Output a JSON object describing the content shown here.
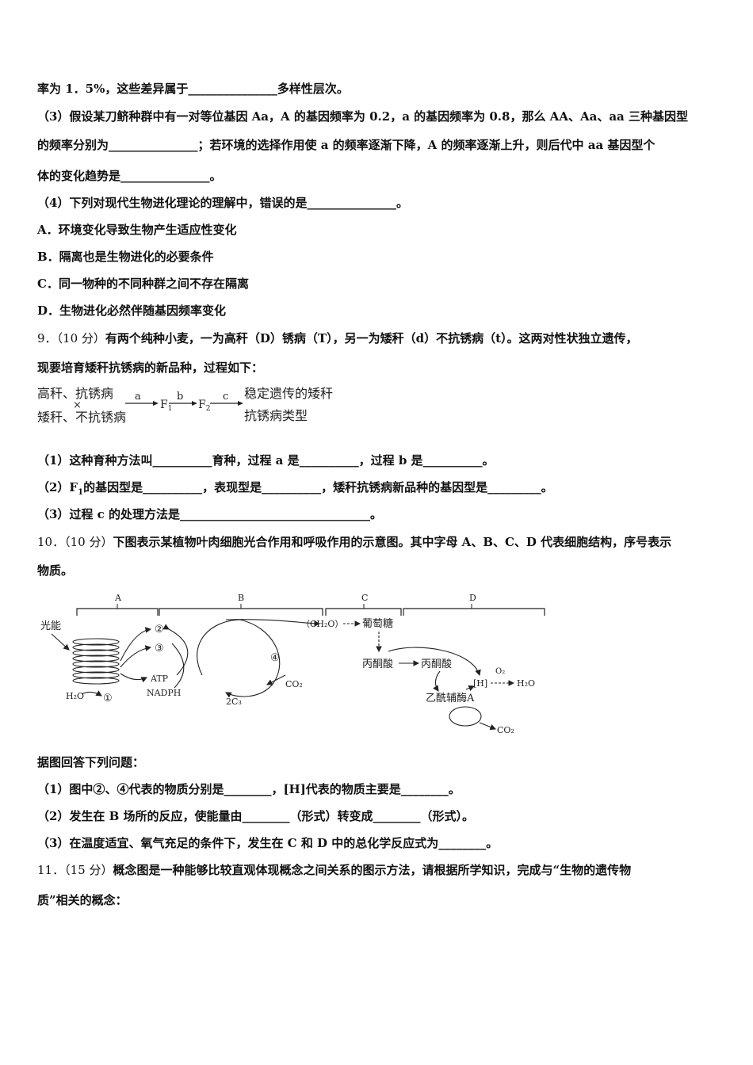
{
  "lines": {
    "l1": "率为 1．5%，这些差异属于_______________多样性层次。",
    "l2": "（3）假设某刀鲚种群中有一对等位基因 Aa，A 的基因频率为 0.2，a 的基因频率为 0.8，那么 AA、Aa、aa 三种基因型",
    "l3": "的频率分别为_______________；若环境的选择作用使 a 的频率逐渐下降，A 的频率逐渐上升，则后代中 aa 基因型个",
    "l4": "体的变化趋势是_______________。",
    "l5": "（4）下列对现代生物进化理论的理解中，错误的是_______________。",
    "l6": "A．环境变化导致生物产生适应性变化",
    "l7": "B．隔离也是生物进化的必要条件",
    "l8": "C．同一物种的不同种群之间不存在隔离",
    "l9": "D．生物进化必然伴随基因频率变化",
    "q9_num": "9．（10 分）",
    "q9_text": "有两个纯种小麦，一为高秆（D）锈病（T），另一为矮秆（d）不抗锈病（t）。这两对性状独立遗传，",
    "l11": "现要培育矮秆抗锈病的新品种，过程如下：",
    "l12": "（1）这种育种方法叫__________育种，过程 a 是__________，过程 b 是__________。",
    "l13a": "（2）F",
    "l13sub": "1",
    "l13b": "的基因型是__________，表现型是__________，矮秆抗锈病新品种的基因型是_________。",
    "l14": "（3）过程 c 的处理方法是________________________________。",
    "q10_num": "10．（10 分）",
    "q10_text": "下图表示某植物叶肉细胞光合作用和呼吸作用的示意图。其中字母 A、B、C、D 代表细胞结构，序号表示",
    "l16": "物质。",
    "l17": "据图回答下列问题：",
    "l18": "（1）图中②、④代表的物质分别是________，[H]代表的物质主要是________。",
    "l19": "（2）发生在 B 场所的反应，使能量由________（形式）转变成________（形式）。",
    "l20": "（3）在温度适宜、氧气充足的条件下，发生在 C 和 D 中的总化学反应式为________。",
    "q11_num": "11．（15 分）",
    "q11_text": "概念图是一种能够比较直观体现概念之间关系的图示方法，请根据所学知识，完成与“生物的遗传物",
    "l22": "质”相关的概念："
  },
  "breeding": {
    "p1": "高秆、抗锈病",
    "cross": "×",
    "p2": "矮秆、不抗锈病",
    "a": "a",
    "f1": "F",
    "f1sub": "1",
    "b": "b",
    "f2": "F",
    "f2sub": "2",
    "c": "c",
    "r1": "稳定遗传的矮秆",
    "r2": "抗锈病类型"
  },
  "cell": {
    "A": "A",
    "B": "B",
    "C": "C",
    "D": "D",
    "light": "光能",
    "n2": "②",
    "n3": "③",
    "n4": "④",
    "n1": "①",
    "atp": "ATP",
    "nadph": "NADPH",
    "h2o_left": "H₂O",
    "ch2o": "（CH₂O）",
    "glucose": "葡萄糖",
    "co2_b": "CO₂",
    "c3": "2C₃",
    "pyruvate1": "丙酮酸",
    "pyruvate2": "丙酮酸",
    "o2": "O₂",
    "h": "[H]",
    "h2o_right": "H₂O",
    "acetyl": "乙酰辅酶A",
    "co2_d": "CO₂"
  }
}
